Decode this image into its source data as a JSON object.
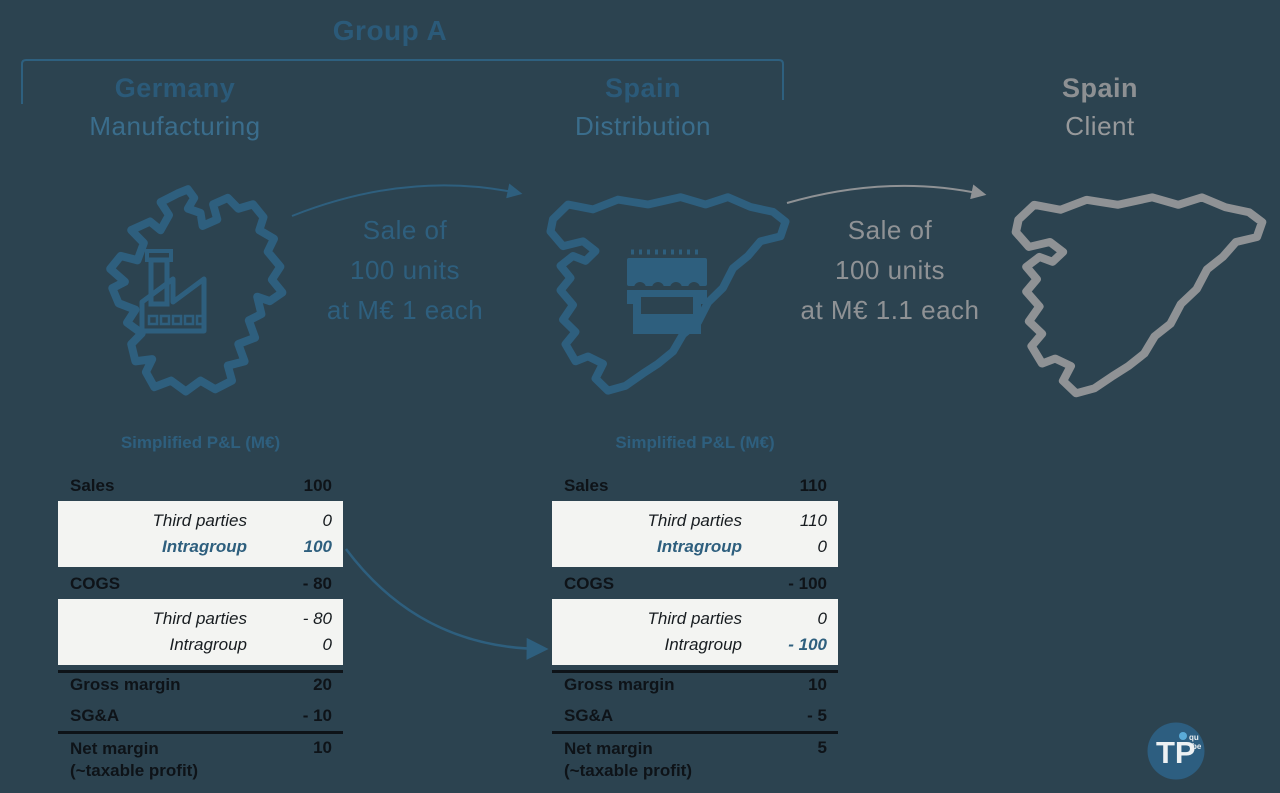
{
  "header": {
    "group_label": "Group A",
    "columns": [
      {
        "title": "Germany",
        "subtitle": "Manufacturing"
      },
      {
        "title": "Spain",
        "subtitle": "Distribution"
      },
      {
        "title": "Spain",
        "subtitle": "Client"
      }
    ]
  },
  "flows": [
    {
      "line1": "Sale of",
      "line2": "100 units",
      "line3": "at M€ 1 each"
    },
    {
      "line1": "Sale of",
      "line2": "100 units",
      "line3": "at M€ 1.1 each"
    }
  ],
  "tables": [
    {
      "title": "Simplified P&L (M€)",
      "sales": {
        "label": "Sales",
        "value": "100"
      },
      "sales_detail": [
        {
          "label": "Third parties",
          "value": "0"
        },
        {
          "label": "Intragroup",
          "value": "100"
        }
      ],
      "cogs": {
        "label": "COGS",
        "value": "- 80"
      },
      "cogs_detail": [
        {
          "label": "Third parties",
          "value": "- 80"
        },
        {
          "label": "Intragroup",
          "value": "0"
        }
      ],
      "gross_margin": {
        "label": "Gross margin",
        "value": "20"
      },
      "sga": {
        "label": "SG&A",
        "value": "- 10"
      },
      "net_margin": {
        "label": "Net margin",
        "sublabel": "(~taxable profit)",
        "value": "10"
      }
    },
    {
      "title": "Simplified P&L (M€)",
      "sales": {
        "label": "Sales",
        "value": "110"
      },
      "sales_detail": [
        {
          "label": "Third parties",
          "value": "110"
        },
        {
          "label": "Intragroup",
          "value": "0"
        }
      ],
      "cogs": {
        "label": "COGS",
        "value": "- 100"
      },
      "cogs_detail": [
        {
          "label": "Third parties",
          "value": "0"
        },
        {
          "label": "Intragroup",
          "value": "- 100"
        }
      ],
      "gross_margin": {
        "label": "Gross margin",
        "value": "10"
      },
      "sga": {
        "label": "SG&A",
        "value": "- 5"
      },
      "net_margin": {
        "label": "Net margin",
        "sublabel": "(~taxable profit)",
        "value": "5"
      }
    }
  ],
  "logo": {
    "tp": "TP",
    "sup_top": "qu",
    "sup_bottom": "be"
  },
  "colors": {
    "background": "#2c4350",
    "teal": "#2e5f7e",
    "gray": "#8f9295",
    "box": "#f3f4f2",
    "ink": "#0e1318",
    "logo_circle": "#2d5e80",
    "logo_dot": "#5aabd8"
  }
}
